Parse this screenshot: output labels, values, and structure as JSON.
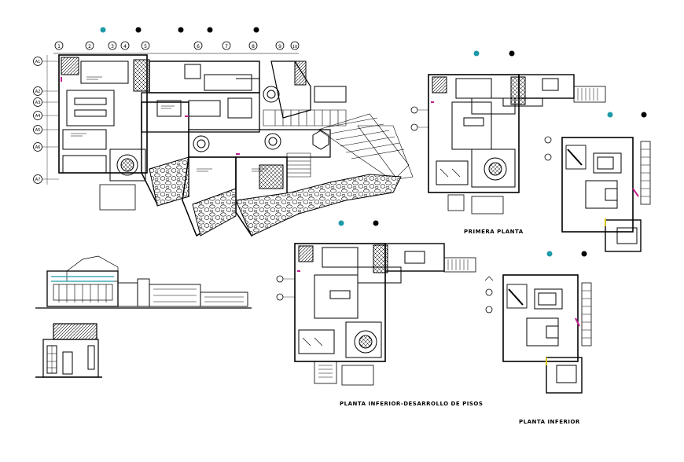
{
  "captions": {
    "primera_planta": "PRIMERA PLANTA",
    "planta_inferior_desarrollo": "PLANTA INFERIOR-DESARROLLO DE PISOS",
    "planta_inferior": "PLANTA INFERIOR"
  },
  "main_plan": {
    "column_grid_labels": [
      "1",
      "2",
      "3",
      "4",
      "5",
      "6",
      "7",
      "8",
      "9",
      "10"
    ],
    "row_grid_labels": [
      "A1",
      "A2",
      "A3",
      "A4",
      "A5",
      "A6",
      "A7"
    ]
  },
  "colors": {
    "line": "#000000",
    "accent_cyan": "#1f9aa8",
    "accent_magenta": "#c0208f",
    "accent_yellow": "#d8c400"
  }
}
